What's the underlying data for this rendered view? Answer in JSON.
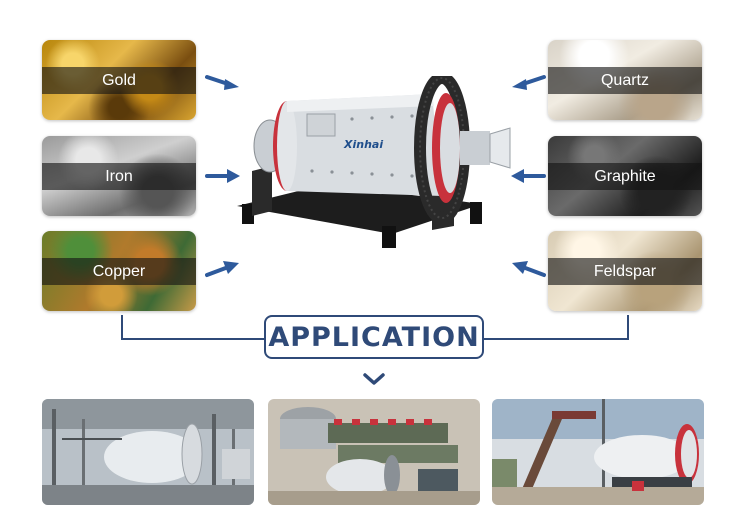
{
  "materials_left": [
    {
      "label": "Gold"
    },
    {
      "label": "Iron"
    },
    {
      "label": "Copper"
    }
  ],
  "materials_right": [
    {
      "label": "Quartz"
    },
    {
      "label": "Graphite"
    },
    {
      "label": "Feldspar"
    }
  ],
  "mill": {
    "brand": "Xinhai"
  },
  "application": {
    "title": "APPLICATION"
  },
  "colors": {
    "accent": "#2f4a78",
    "arrow": "#2e5a9c",
    "mill_body": "#d9dde1",
    "gear": "#2a2a2a",
    "flange": "#c8323c"
  },
  "icons": {
    "left_arrows": "arrow-right-icon",
    "right_arrows": "arrow-left-icon",
    "chevron": "chevron-down-icon"
  }
}
